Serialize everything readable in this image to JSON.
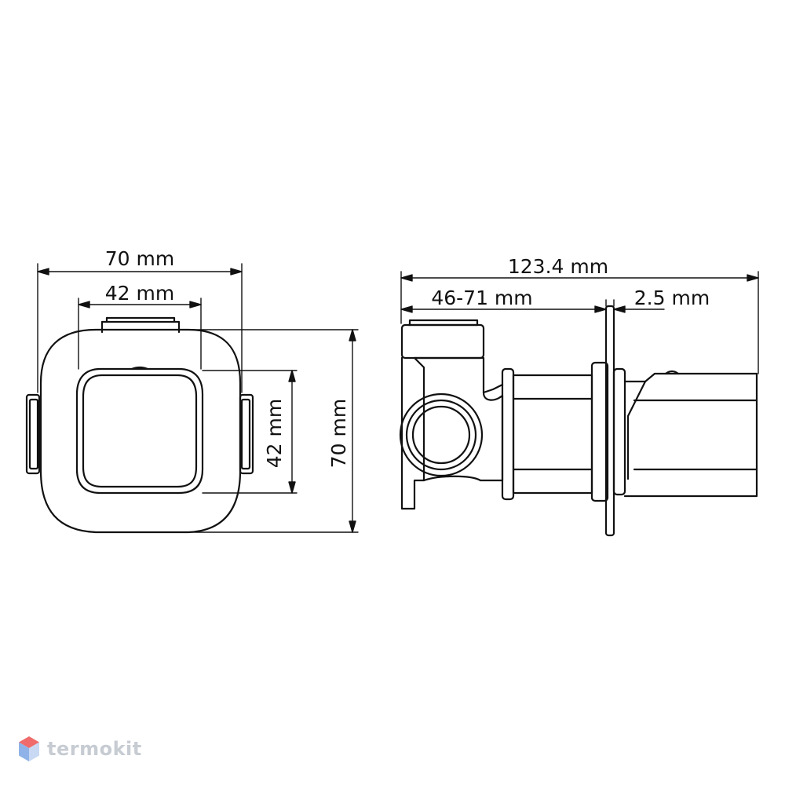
{
  "front_view": {
    "width_outer": "70 mm",
    "width_inner": "42 mm",
    "height_inner": "42 mm",
    "height_outer": "70 mm"
  },
  "side_view": {
    "total_length": "123.4 mm",
    "wall_depth": "46-71 mm",
    "flange_thickness": "2.5 mm"
  },
  "watermark": {
    "brand": "termokit"
  },
  "colors": {
    "line": "#111111",
    "watermark_text": "#c7ccd3",
    "logo_red": "#f06b6b",
    "logo_blue": "#8fb3e8"
  }
}
